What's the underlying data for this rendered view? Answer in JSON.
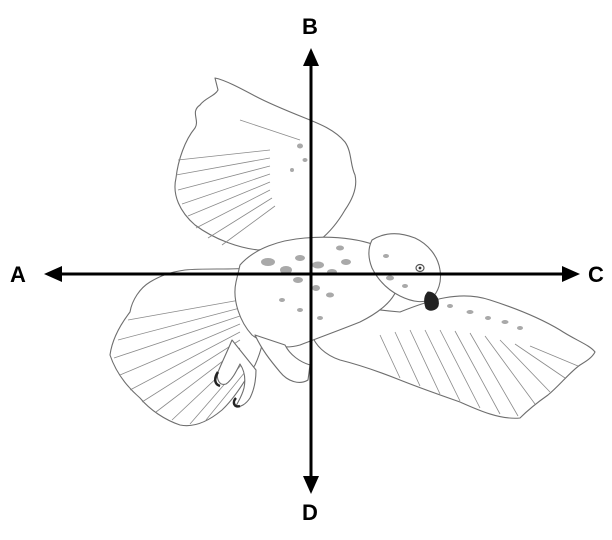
{
  "labels": {
    "a": "A",
    "b": "B",
    "c": "C",
    "d": "D"
  },
  "colors": {
    "axis": "#000000",
    "outline": "#6e6e6e",
    "spots": "#a9a9a9"
  }
}
